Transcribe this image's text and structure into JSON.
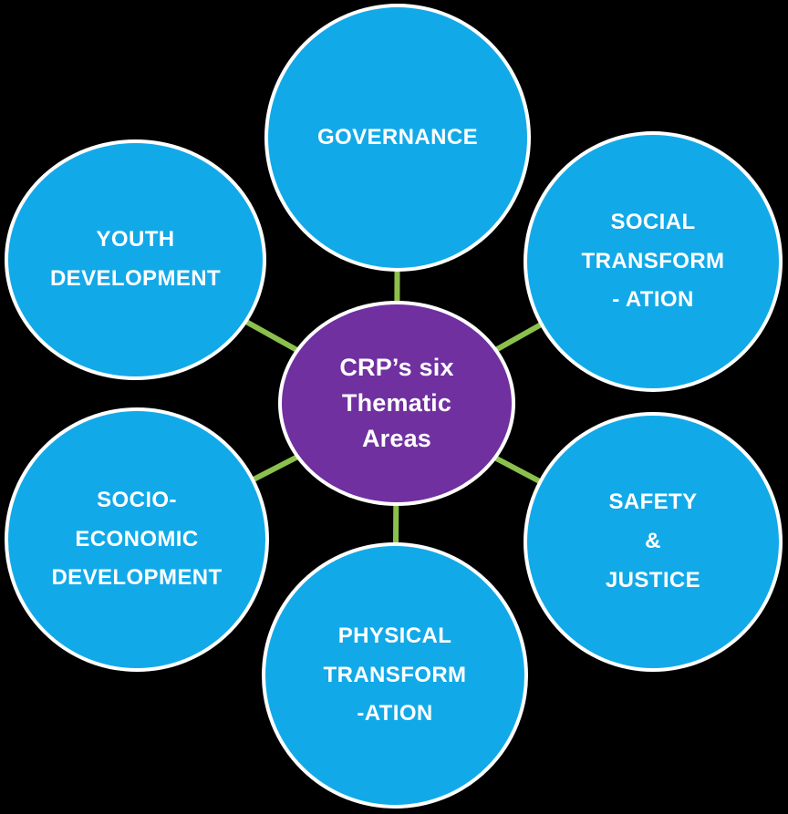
{
  "background_color": "#000000",
  "diagram": {
    "center": {
      "label": "CRP’s six\nThematic\nAreas",
      "fill_color": "#7030A0",
      "border_color": "#FFFFFF",
      "text_color": "#FFFFFF"
    },
    "node_fill_color": "#12A9E8",
    "node_border_color": "#FFFFFF",
    "node_text_color": "#FFFFFF",
    "connector_color": "#8CC04D",
    "nodes": [
      {
        "id": "governance",
        "position": "top",
        "label": "GOVERNANCE"
      },
      {
        "id": "social-transformation",
        "position": "top-right",
        "label": "SOCIAL\nTRANSFORM\n- ATION"
      },
      {
        "id": "safety-justice",
        "position": "bottom-right",
        "label": "SAFETY\n&\nJUSTICE"
      },
      {
        "id": "physical-transformation",
        "position": "bottom",
        "label": "PHYSICAL\nTRANSFORM\n-ATION"
      },
      {
        "id": "socio-economic-development",
        "position": "bottom-left",
        "label": "SOCIO-\nECONOMIC\nDEVELOPMENT"
      },
      {
        "id": "youth-development",
        "position": "top-left",
        "label": "YOUTH\nDEVELOPMENT"
      }
    ]
  }
}
